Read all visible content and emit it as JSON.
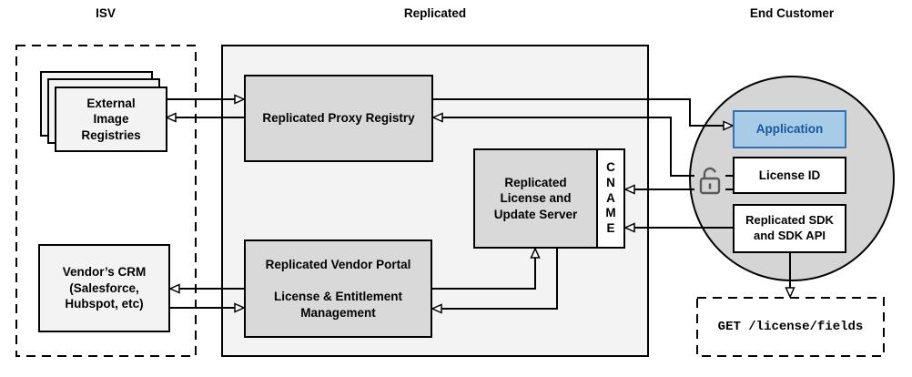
{
  "sections": {
    "isv": {
      "label": "ISV"
    },
    "replicated": {
      "label": "Replicated"
    },
    "end_customer": {
      "label": "End Customer"
    }
  },
  "nodes": {
    "external_image_registries": {
      "label": "External\nImage\nRegistries"
    },
    "vendor_crm": {
      "label": "Vendor’s CRM\n(Salesforce,\nHubspot, etc)"
    },
    "replicated_proxy_registry": {
      "label": "Replicated Proxy Registry"
    },
    "replicated_license_update_server": {
      "label": "Replicated\nLicense and\nUpdate Server"
    },
    "cname": {
      "label": "C\nN\nA\nM\nE"
    },
    "replicated_vendor_portal": {
      "label": "Replicated Vendor Portal\n\nLicense & Entitlement\nManagement"
    },
    "application": {
      "label": "Application"
    },
    "license_id": {
      "label": "License ID"
    },
    "replicated_sdk": {
      "label": "Replicated SDK\nand SDK API"
    },
    "get_license_fields": {
      "label": "GET /license/fields"
    }
  },
  "icons": {
    "padlock": "open-padlock-icon"
  },
  "edges": [
    {
      "from": "external_image_registries",
      "to": "replicated_proxy_registry",
      "arrow": "hollow"
    },
    {
      "from": "replicated_proxy_registry",
      "to": "external_image_registries",
      "arrow": "hollow"
    },
    {
      "from": "replicated_proxy_registry",
      "to": "application",
      "arrow": "hollow"
    },
    {
      "from": "license_id",
      "to": "replicated_proxy_registry",
      "arrow": "hollow"
    },
    {
      "from": "license_id",
      "to": "cname",
      "arrow": "hollow"
    },
    {
      "from": "replicated_sdk",
      "to": "cname",
      "arrow": "hollow"
    },
    {
      "from": "replicated_vendor_portal",
      "to": "replicated_license_update_server",
      "arrow": "hollow"
    },
    {
      "from": "replicated_license_update_server",
      "to": "replicated_vendor_portal",
      "arrow": "hollow"
    },
    {
      "from": "replicated_vendor_portal",
      "to": "vendor_crm",
      "arrow": "hollow"
    },
    {
      "from": "vendor_crm",
      "to": "replicated_vendor_portal",
      "arrow": "hollow"
    },
    {
      "from": "replicated_sdk",
      "to": "get_license_fields",
      "arrow": "hollow"
    }
  ],
  "colors": {
    "line": "#000000",
    "container_fill": "#f3f3f3",
    "node_fill": "#d9d9d9",
    "circle_fill": "#d5d5d5",
    "white_fill": "#ffffff",
    "app_fill": "#a8cbe8",
    "app_border": "#2e74b5",
    "app_text": "#15589c",
    "lock_stroke": "#5a5a5a"
  }
}
